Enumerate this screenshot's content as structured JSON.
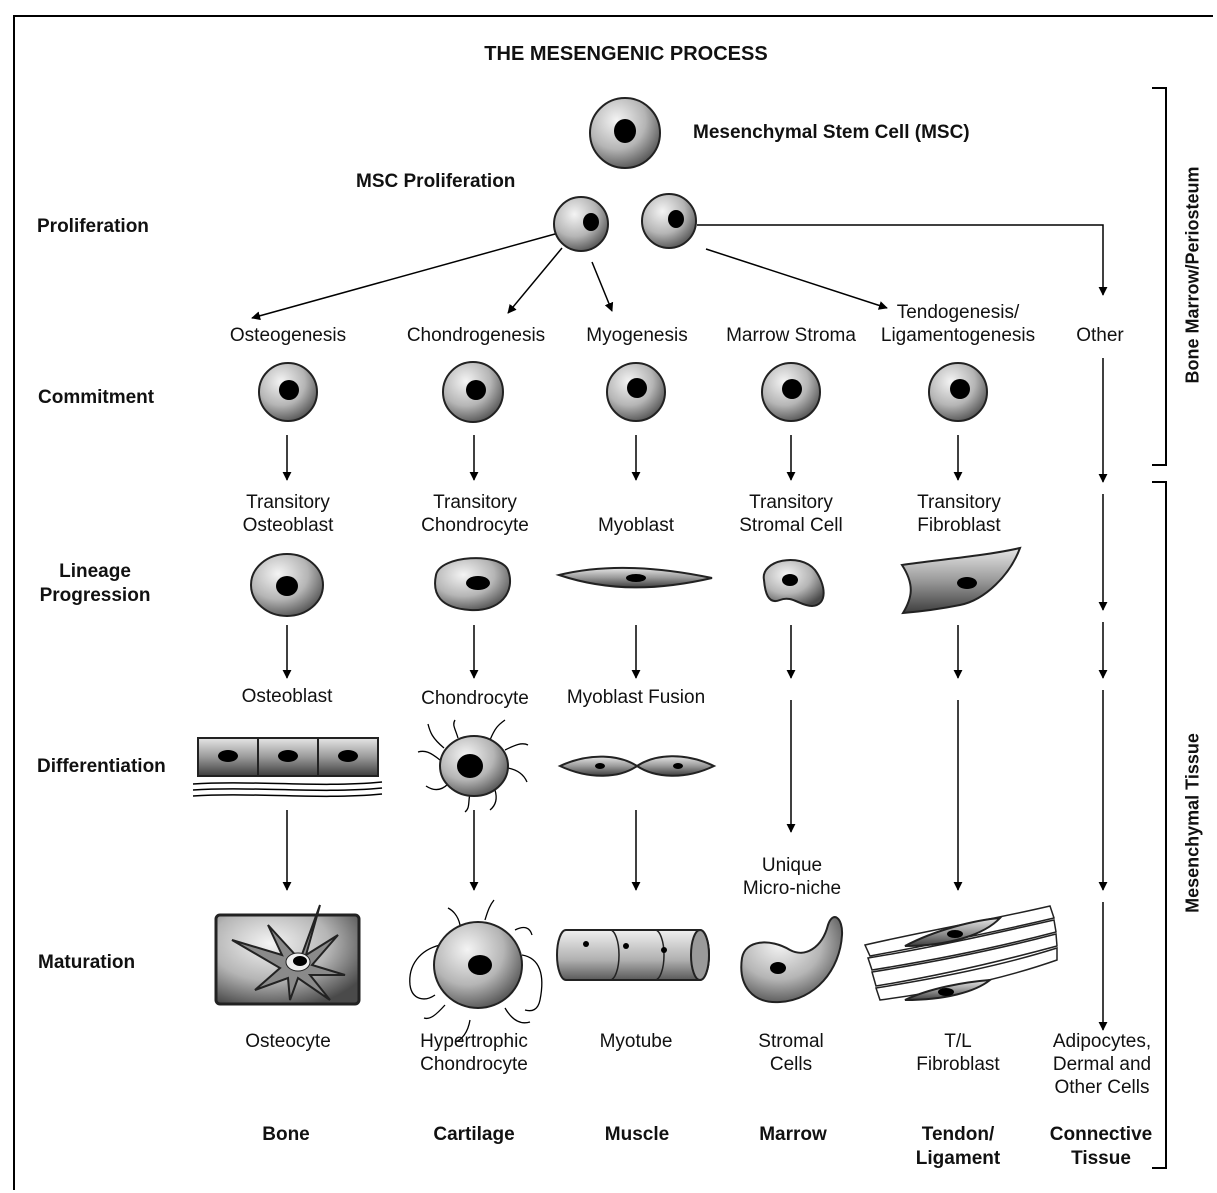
{
  "title": "THE MESENGENIC PROCESS",
  "msc_label": "Mesenchymal Stem Cell (MSC)",
  "msc_proliferation_label": "MSC Proliferation",
  "stages": {
    "proliferation": "Proliferation",
    "commitment": "Commitment",
    "lineage_line1": "Lineage",
    "lineage_line2": "Progression",
    "differentiation": "Differentiation",
    "maturation": "Maturation"
  },
  "side_labels": {
    "upper": "Bone Marrow/Periosteum",
    "lower": "Mesenchymal Tissue"
  },
  "lineages": [
    {
      "commit": [
        "Osteogenesis"
      ],
      "transit": [
        "Transitory",
        "Osteoblast"
      ],
      "diff": [
        "Osteoblast"
      ],
      "mature": [
        "Osteocyte"
      ],
      "tissue": [
        "Bone"
      ]
    },
    {
      "commit": [
        "Chondrogenesis"
      ],
      "transit": [
        "Transitory",
        "Chondrocyte"
      ],
      "diff": [
        "Chondrocyte"
      ],
      "mature": [
        "Hypertrophic",
        "Chondrocyte"
      ],
      "tissue": [
        "Cartilage"
      ]
    },
    {
      "commit": [
        "Myogenesis"
      ],
      "transit": [
        "Myoblast"
      ],
      "diff": [
        "Myoblast Fusion"
      ],
      "mature": [
        "Myotube"
      ],
      "tissue": [
        "Muscle"
      ]
    },
    {
      "commit": [
        "Marrow Stroma"
      ],
      "transit": [
        "Transitory",
        "Stromal Cell"
      ],
      "diff": [
        "Unique",
        "Micro-niche"
      ],
      "mature": [
        "Stromal",
        "Cells"
      ],
      "tissue": [
        "Marrow"
      ]
    },
    {
      "commit": [
        "Tendogenesis/",
        "Ligamentogenesis"
      ],
      "transit": [
        "Transitory",
        "Fibroblast"
      ],
      "diff": [],
      "mature": [
        "T/L",
        "Fibroblast"
      ],
      "tissue": [
        "Tendon/",
        "Ligament"
      ]
    },
    {
      "commit": [
        "Other"
      ],
      "transit": [],
      "diff": [],
      "mature": [
        "Adipocytes,",
        "Dermal and",
        "Other Cells"
      ],
      "tissue": [
        "Connective",
        "Tissue"
      ]
    }
  ]
}
